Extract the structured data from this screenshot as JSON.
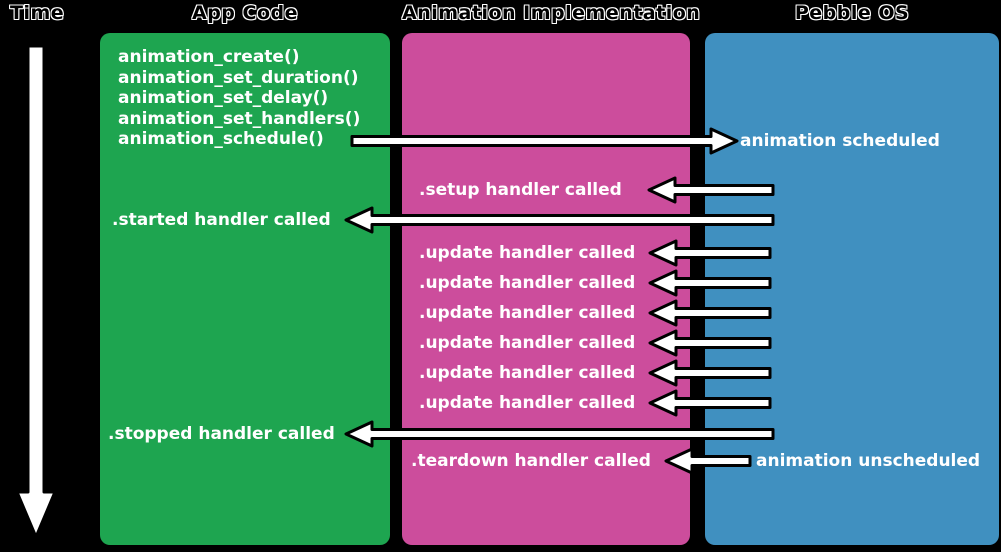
{
  "colors": {
    "background": "#000000",
    "app_code_box": "#1ea550",
    "implementation_box": "#cc4d9c",
    "pebble_os_box": "#4090c0",
    "arrow_fill": "#ffffff",
    "arrow_outline": "#000000",
    "box_text": "#ffffff",
    "header_text": "#000000"
  },
  "header": {
    "time": "Time",
    "app_code": "App Code",
    "implementation": "Animation Implementation",
    "pebble_os": "Pebble OS"
  },
  "app_code": {
    "calls": [
      "animation_create()",
      "animation_set_duration()",
      "animation_set_delay()",
      "animation_set_handlers()",
      "animation_schedule()"
    ],
    "started": ".started handler called",
    "stopped": ".stopped handler called"
  },
  "implementation": {
    "setup": ".setup handler called",
    "updates": [
      ".update handler called",
      ".update handler called",
      ".update handler called",
      ".update handler called",
      ".update handler called",
      ".update handler called"
    ],
    "teardown": ".teardown handler called"
  },
  "pebble_os": {
    "scheduled": "animation scheduled",
    "unscheduled": "animation unscheduled"
  }
}
